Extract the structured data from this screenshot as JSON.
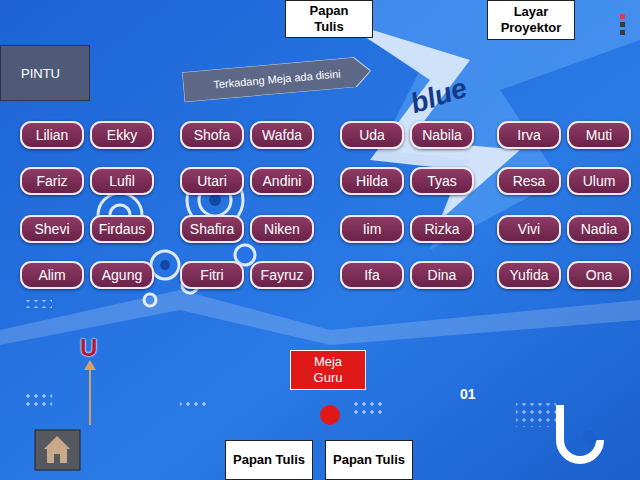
{
  "diagram": {
    "nodes": [
      {
        "text": [
          "Papan Tulis"
        ]
      },
      {
        "text": [
          "Layar Proyektor"
        ]
      },
      {
        "text": [
          "PINTU"
        ]
      },
      {
        "text": [
          "Terkadang Meja ada disini"
        ]
      },
      {
        "text": [
          "Lilian"
        ]
      },
      {
        "text": [
          "Ekky"
        ]
      },
      {
        "text": [
          "Shofa"
        ]
      },
      {
        "text": [
          "Wafda"
        ]
      },
      {
        "text": [
          "Uda"
        ]
      },
      {
        "text": [
          "Nabila"
        ]
      },
      {
        "text": [
          "Irva"
        ]
      },
      {
        "text": [
          "Muti"
        ]
      },
      {
        "text": [
          "Fariz"
        ]
      },
      {
        "text": [
          "Lufil"
        ]
      },
      {
        "text": [
          "Utari"
        ]
      },
      {
        "text": [
          "Andini"
        ]
      },
      {
        "text": [
          "Hilda"
        ]
      },
      {
        "text": [
          "Tyas"
        ]
      },
      {
        "text": [
          "Resa"
        ]
      },
      {
        "text": [
          "Ulum"
        ]
      },
      {
        "text": [
          "Shevi"
        ]
      },
      {
        "text": [
          "Firdaus"
        ]
      },
      {
        "text": [
          "Shafira"
        ]
      },
      {
        "text": [
          "Niken"
        ]
      },
      {
        "text": [
          "Iim"
        ]
      },
      {
        "text": [
          "Rizka"
        ]
      },
      {
        "text": [
          "Vivi"
        ]
      },
      {
        "text": [
          "Nadia"
        ]
      },
      {
        "text": [
          "Alim"
        ]
      },
      {
        "text": [
          "Agung"
        ]
      },
      {
        "text": [
          "Fitri"
        ]
      },
      {
        "text": [
          "Fayruz"
        ]
      },
      {
        "text": [
          "Ifa"
        ]
      },
      {
        "text": [
          "Dina"
        ]
      },
      {
        "text": [
          "Yufida"
        ]
      },
      {
        "text": [
          "Ona"
        ]
      },
      {
        "text": [
          "Meja Guru"
        ]
      },
      {
        "text": [
          "Papan Tulis"
        ]
      },
      {
        "text": [
          "Papan Tulis"
        ]
      }
    ],
    "labels": [
      "U",
      "blue",
      "01"
    ]
  }
}
